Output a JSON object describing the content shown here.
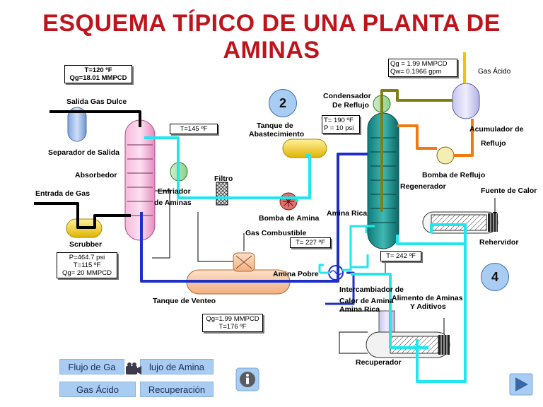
{
  "title": {
    "line1": "ESQUEMA TÍPICO DE UNA PLANTA DE",
    "line2": "AMINAS"
  },
  "colors": {
    "title": "#c0141c",
    "sweet_gas": "#000000",
    "lean_amine": "#1d2fc8",
    "rich_amine": "#22e6ee",
    "acid_gas": "#f5c400",
    "reflux": "#f07a10",
    "steam": "#7f7f12"
  },
  "info_boxes": {
    "absorber_top": "T=120 ºF\nQg=18.01 MMPCD",
    "acid_gas": "Qg = 1.99 MMPCD\nQw= 0.1966 gpm",
    "cooler_out": "T=145 ºF",
    "reflux": "T= 190 ºF\nP = 10 psi",
    "inlet": "P=464.7 psi\nT=115 ºF\nQg= 20 MMPCD",
    "rich_amine": "T= 227 ºF",
    "regen_bottom": "T= 242 ºF",
    "flash": "Qg=1.99 MMPCD\nT=176 ºF"
  },
  "labels": {
    "salida_gas": "Salida Gas Dulce",
    "separador": "Separador de Salida",
    "absorbedor": "Absorbedor",
    "entrada_gas": "Entrada de Gas",
    "scrubber": "Scrubber",
    "enfriador1": "Enfriador",
    "enfriador2": "de Aminas",
    "filtro": "Filtro",
    "tanque_ab1": "Tanque de",
    "tanque_ab2": "Abastecimiento",
    "bomba_amina": "Bomba de Amina",
    "amina_rica": "Amina Rica",
    "gas_combustible": "Gas Combustible",
    "condensador1": "Condensador",
    "condensador2": "De Reflujo",
    "gas_acido": "Gas Ácido",
    "acumulador1": "Acumulador de",
    "acumulador2": "Reflujo",
    "bomba_reflujo": "Bomba de Reflujo",
    "regenerador": "Regenerador",
    "fuente_calor": "Fuente de Calor",
    "rehervidor": "Rehervidor",
    "amina_pobre": "Amina Pobre",
    "intercambiador1": "Intercambiador de",
    "intercambiador2": "Calor de Amina",
    "intercambiador3": "Amina Rica",
    "alimento1": "Alimento de Aminas",
    "alimento2": "Y Aditivos",
    "tanque_venteo": "Tanque de Venteo",
    "recuperador": "Recuperador"
  },
  "circles": {
    "c2": "2",
    "c4": "4"
  },
  "nav": {
    "flujo_gas": "Flujo de Ga",
    "flujo_amina": "lujo de Amina",
    "gas_acido": "Gas Ácido",
    "recuperacion": "Recuperación"
  }
}
